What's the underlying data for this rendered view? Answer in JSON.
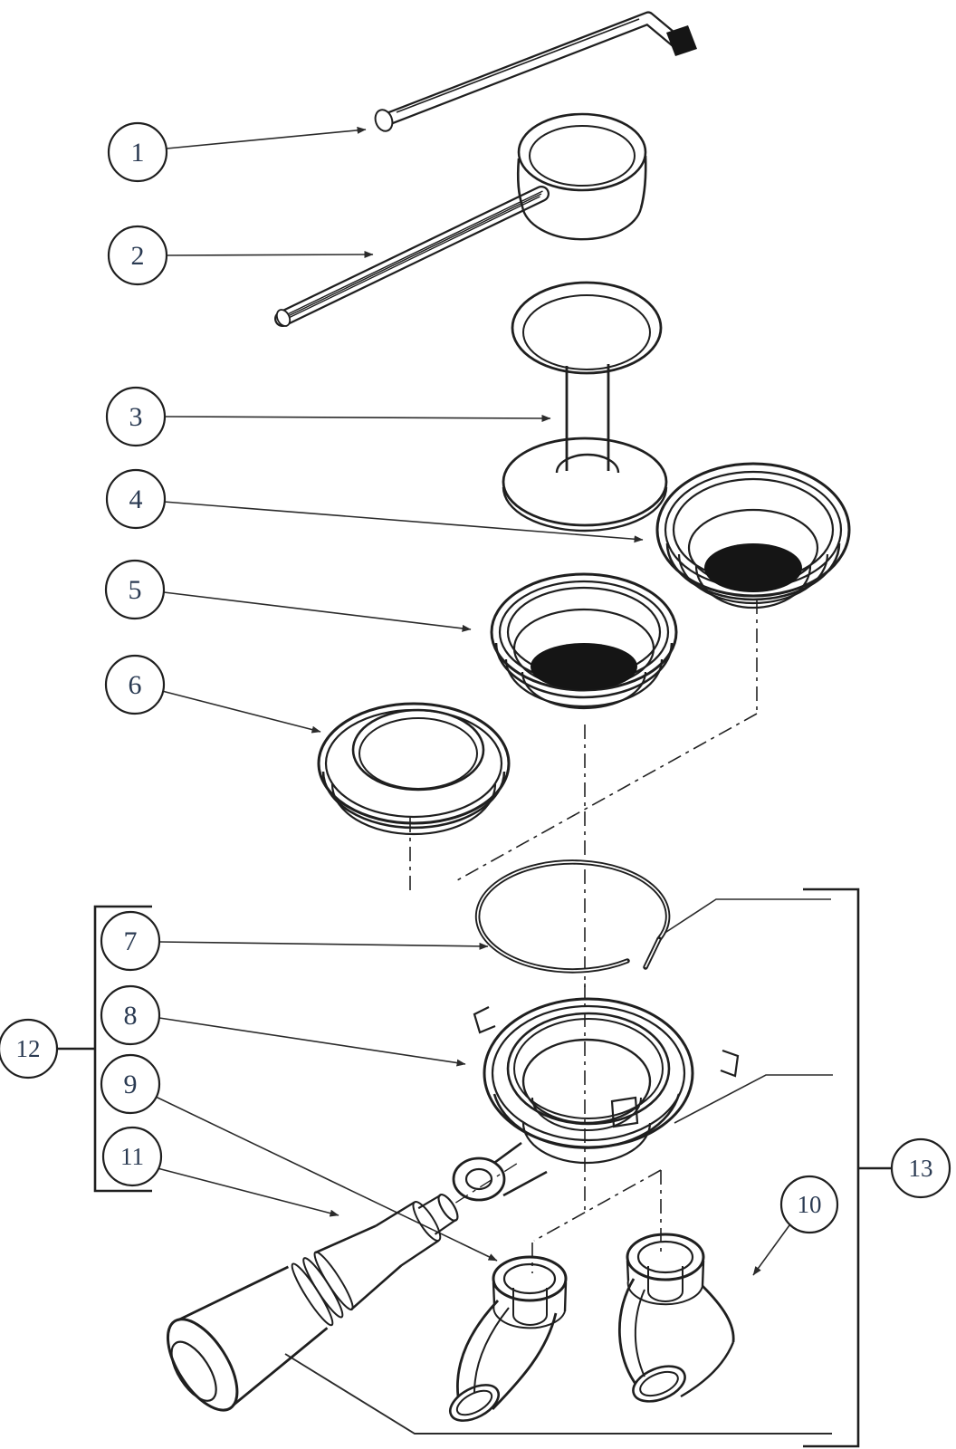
{
  "diagram": {
    "type": "exploded-parts-diagram",
    "subject": "espresso portafilter assembly",
    "callouts": [
      {
        "number": "1",
        "part": "hex-key-wrench"
      },
      {
        "number": "2",
        "part": "coffee-scoop"
      },
      {
        "number": "3",
        "part": "tamper"
      },
      {
        "number": "4",
        "part": "filter-basket-single"
      },
      {
        "number": "5",
        "part": "filter-basket-double"
      },
      {
        "number": "6",
        "part": "group-gasket-ring"
      },
      {
        "number": "7",
        "part": "retaining-spring-clip"
      },
      {
        "number": "8",
        "part": "portafilter-body"
      },
      {
        "number": "9",
        "part": "single-spout"
      },
      {
        "number": "10",
        "part": "double-spout"
      },
      {
        "number": "11",
        "part": "portafilter-handle"
      },
      {
        "number": "12",
        "part": "portafilter-subassembly-bracket"
      },
      {
        "number": "13",
        "part": "portafilter-assembly-bracket"
      }
    ],
    "colors": {
      "line": "#1f1f1f",
      "background": "#ffffff",
      "callout_text": "#2a3a52"
    }
  }
}
